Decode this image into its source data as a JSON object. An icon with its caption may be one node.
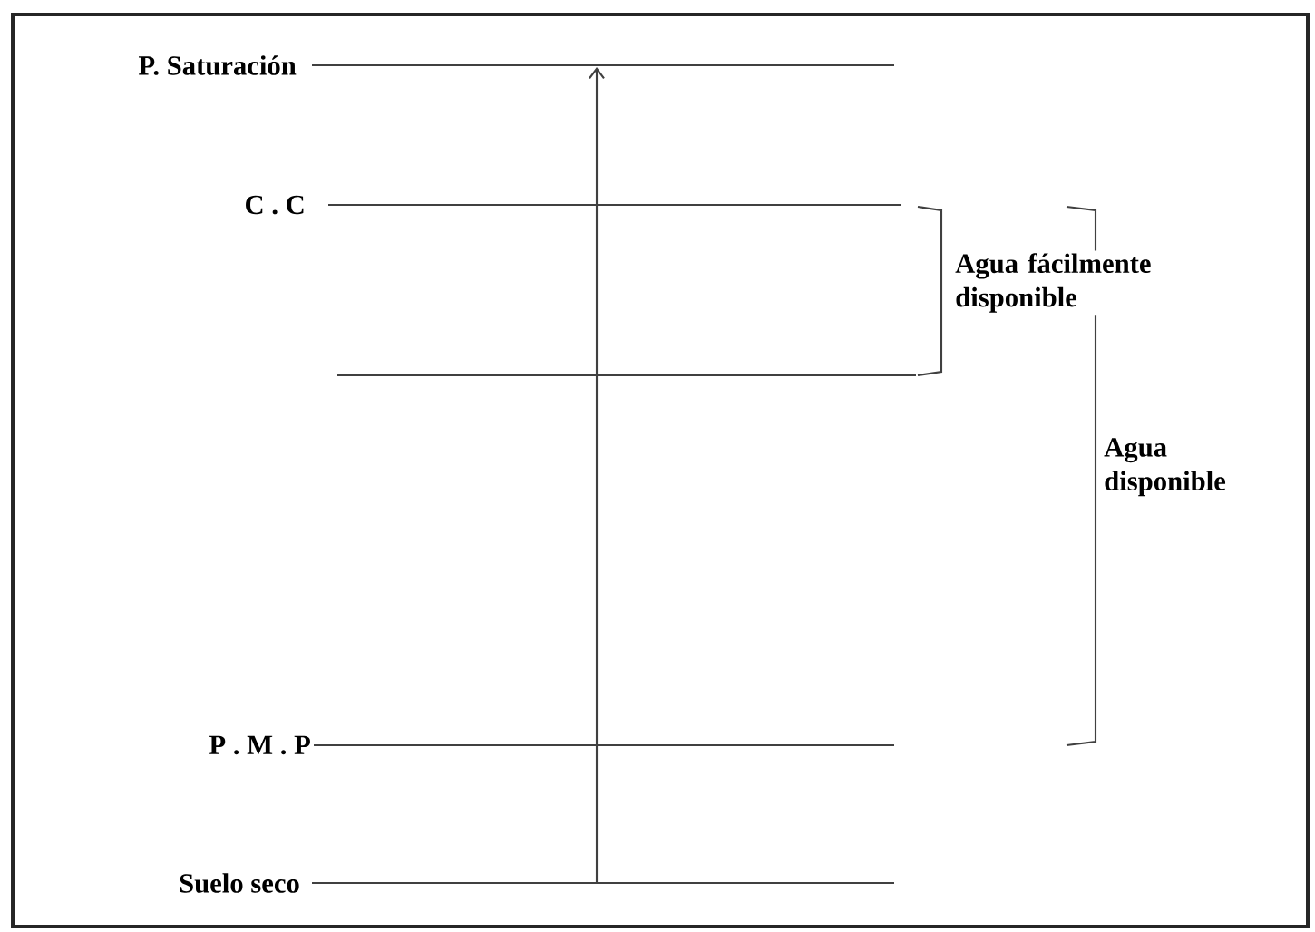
{
  "diagram": {
    "labels": [
      "P. Saturación",
      "C . C",
      "Agua fácilmente disponible",
      "Agua disponible",
      "P . M . P",
      "Suelo seco"
    ]
  }
}
